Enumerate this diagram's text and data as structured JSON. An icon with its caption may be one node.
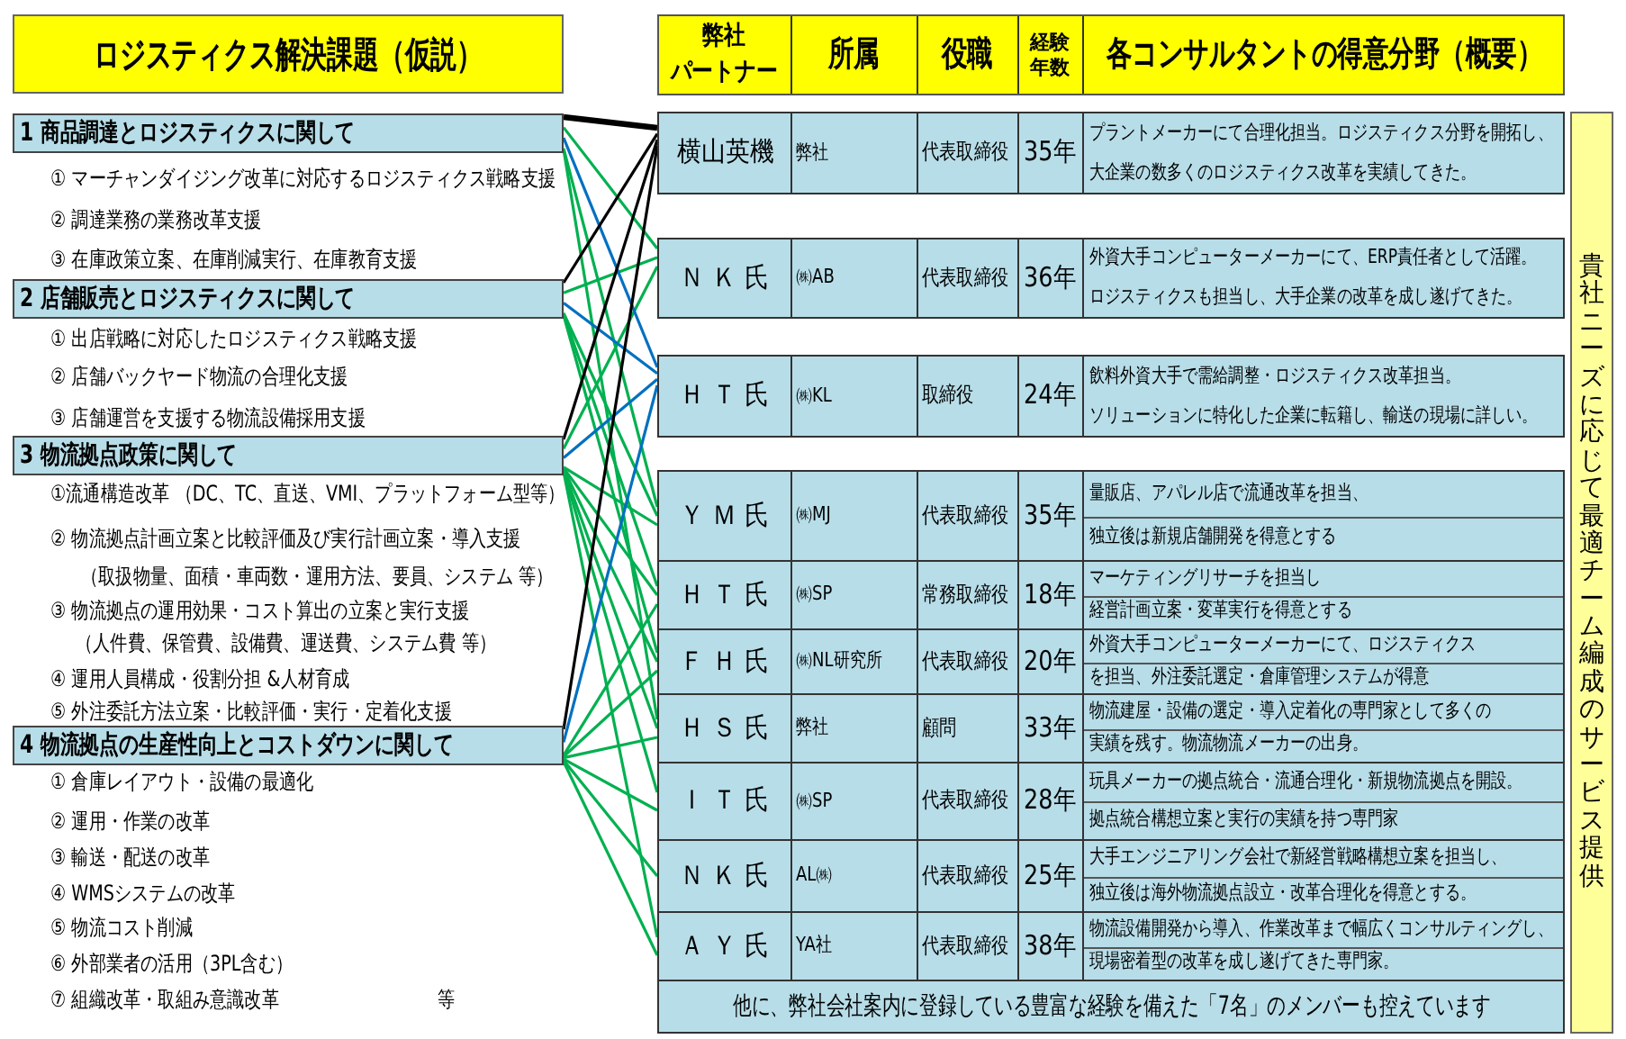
{
  "diagram": {
    "nodes": [
      {
        "text": [
          "ロジスティクス解決課題（仮説）"
        ]
      },
      {
        "text": [
          "1 商品調達とロジスティクスに関して"
        ]
      },
      {
        "text": [
          "2 店舗販売とロジスティクスに関して"
        ]
      },
      {
        "text": [
          "3 物流拠点政策に関して"
        ]
      },
      {
        "text": [
          "4 物流拠点の生産性向上とコストダウンに関して"
        ]
      },
      {
        "text": [
          "横山英機",
          "弊社",
          "代表取締役",
          "35年",
          "プラントメーカーにて合理化担当。ロジスティクス分野を開拓し、",
          "大企業の数多くのロジスティクス改革を実績してきた。"
        ]
      },
      {
        "text": [
          "Ｎ Ｋ 氏",
          "㈱AB",
          "代表取締役",
          "36年",
          "外資大手コンピューターメーカーにて、ERP責任者として活躍。",
          "ロジスティクスも担当し、大手企業の改革を成し遂げてきた。"
        ]
      },
      {
        "text": [
          "Ｈ Ｔ 氏",
          "㈱KL",
          "取締役",
          "24年",
          "飲料外資大手で需給調整・ロジスティクス改革担当。",
          "ソリューションに特化した企業に転籍し、輸送の現場に詳しい。"
        ]
      },
      {
        "text": [
          "Ｙ Ｍ 氏",
          "㈱MJ",
          "代表取締役",
          "35年",
          "量販店、アパレル店で流通改革を担当、",
          "独立後は新規店舗開発を得意とする"
        ]
      },
      {
        "text": [
          "Ｈ Ｔ 氏",
          "㈱SP",
          "常務取締役",
          "18年",
          "マーケティングリサーチを担当し",
          "経営計画立案・変革実行を得意とする"
        ]
      },
      {
        "text": [
          "Ｆ Ｈ 氏",
          "㈱NL研究所",
          "代表取締役",
          "20年",
          "外資大手コンピューターメーカーにて、ロジスティクス",
          "を担当、外注委託選定・倉庫管理システムが得意"
        ]
      },
      {
        "text": [
          "Ｈ Ｓ 氏",
          "弊社",
          "顧問",
          "33年",
          "物流建屋・設備の選定・導入定着化の専門家として多くの",
          "実績を残す。物流物流メーカーの出身。"
        ]
      },
      {
        "text": [
          "Ｉ Ｔ 氏",
          "㈱SP",
          "代表取締役",
          "28年",
          "玩具メーカーの拠点統合・流通合理化・新規物流拠点を開設。",
          "拠点統合構想立案と実行の実績を持つ専門家"
        ]
      },
      {
        "text": [
          "Ｎ Ｋ 氏",
          "AL㈱",
          "代表取締役",
          "25年",
          "大手エンジニアリング会社で新経営戦略構想立案を担当し、",
          "独立後は海外物流拠点設立・改革合理化を得意とする。"
        ]
      },
      {
        "text": [
          "Ａ Ｙ 氏",
          "YA社",
          "代表取締役",
          "38年",
          "物流設備開発から導入、作業改革まで幅広くコンサルティングし、",
          "現場密着型の改革を成し遂げてきた専門家。"
        ]
      },
      {
        "text": [
          "他に、弊社会社案内に登録している豊富な経験を備えた「7名」のメンバーも控えています"
        ]
      },
      {
        "text": [
          "貴社ニーズに応じて最適チーム編成のサービス提供"
        ]
      }
    ],
    "edges": [
      {
        "from": 1,
        "to": 5,
        "arrow": "none",
        "style": "thick",
        "color": "#000000"
      },
      {
        "from": 1,
        "to": 6,
        "arrow": "none"
      },
      {
        "from": 1,
        "to": 7,
        "arrow": "none",
        "color": "#0070c0"
      },
      {
        "from": 1,
        "to": 8,
        "arrow": "none"
      },
      {
        "from": 1,
        "to": 11,
        "arrow": "none"
      },
      {
        "from": 2,
        "to": 5,
        "arrow": "none",
        "color": "#000000"
      },
      {
        "from": 2,
        "to": 6,
        "arrow": "none"
      },
      {
        "from": 2,
        "to": 7,
        "arrow": "none",
        "color": "#0070c0"
      },
      {
        "from": 2,
        "to": 8,
        "arrow": "none"
      },
      {
        "from": 2,
        "to": 9,
        "arrow": "none"
      },
      {
        "from": 2,
        "to": 10,
        "arrow": "none"
      },
      {
        "from": 3,
        "to": 5,
        "arrow": "none",
        "color": "#000000"
      },
      {
        "from": 3,
        "to": 6,
        "arrow": "none"
      },
      {
        "from": 3,
        "to": 7,
        "arrow": "none",
        "color": "#0070c0"
      },
      {
        "from": 3,
        "to": 8,
        "arrow": "none"
      },
      {
        "from": 3,
        "to": 9,
        "arrow": "none"
      },
      {
        "from": 3,
        "to": 10,
        "arrow": "none"
      },
      {
        "from": 3,
        "to": 11,
        "arrow": "none"
      },
      {
        "from": 3,
        "to": 12,
        "arrow": "none"
      },
      {
        "from": 3,
        "to": 14,
        "arrow": "none"
      },
      {
        "from": 4,
        "to": 5,
        "arrow": "none",
        "color": "#000000"
      },
      {
        "from": 4,
        "to": 7,
        "arrow": "none",
        "color": "#0070c0"
      },
      {
        "from": 4,
        "to": 9,
        "arrow": "none"
      },
      {
        "from": 4,
        "to": 10,
        "arrow": "none"
      },
      {
        "from": 4,
        "to": 11,
        "arrow": "none"
      },
      {
        "from": 4,
        "to": 12,
        "arrow": "none"
      },
      {
        "from": 4,
        "to": 13,
        "arrow": "none"
      },
      {
        "from": 4,
        "to": 14,
        "arrow": "none"
      }
    ],
    "labels": [
      "弊社",
      "パートナー",
      "所属",
      "役職",
      "経験年数",
      "各コンサルタントの得意分野（概要）",
      "① マーチャンダイジング改革に対応するロジスティクス戦略支援",
      "② 調達業務の業務改革支援",
      "③ 在庫政策立案、在庫削減実行、在庫教育支援",
      "① 出店戦略に対応したロジスティクス戦略支援",
      "② 店舗バックヤード物流の合理化支援",
      "③ 店舗運営を支援する物流設備採用支援",
      "①流通構造改革 （DC、TC、直送、VMI、プラットフォーム型等）",
      "② 物流拠点計画立案と比較評価及び実行計画立案・導入支援",
      "（取扱物量、面積・車両数・運用方法、要員、システム 等）",
      "③ 物流拠点の運用効果・コスト算出の立案と実行支援",
      "（人件費、保管費、設備費、運送費、システム費 等）",
      "④ 運用人員構成・役割分担 &人材育成",
      "⑤ 外注委託方法立案・比較評価・実行・定着化支援",
      "① 倉庫レイアウト・設備の最適化",
      "② 運用・作業の改革",
      "③ 輸送・配送の改革",
      "④ WMSシステムの改革",
      "⑤ 物流コスト削減",
      "⑥ 外部業者の活用（3PL含む）",
      "⑦ 組織改革・取組み意識改革",
      "等"
    ]
  }
}
